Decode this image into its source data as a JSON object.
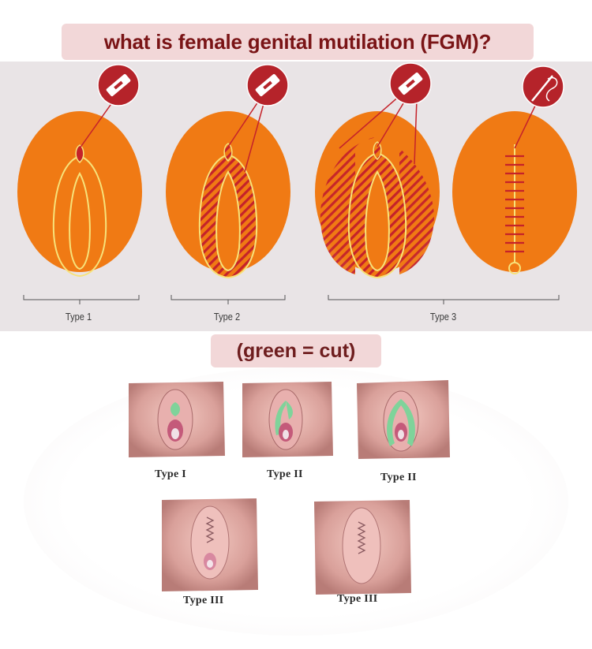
{
  "title": "what is female genital mutilation (FGM)?",
  "legend": "(green = cut)",
  "top_diagram": {
    "type_labels": [
      "Type 1",
      "Type 2",
      "Type 3"
    ],
    "icons": [
      "razor-blade-icon",
      "razor-blade-icon",
      "razor-blade-icon",
      "needle-thread-icon"
    ],
    "colors": {
      "panel": "#e9e4e6",
      "oval": "#f07a14",
      "outline": "#f7e27a",
      "cut": "#c5222a"
    }
  },
  "bottom_illustrations": {
    "labels": [
      "Type I",
      "Type II",
      "Type II",
      "Type III",
      "Type III"
    ],
    "colors": {
      "tissue": "#d9a09a",
      "cut": "#7fd39a"
    }
  }
}
